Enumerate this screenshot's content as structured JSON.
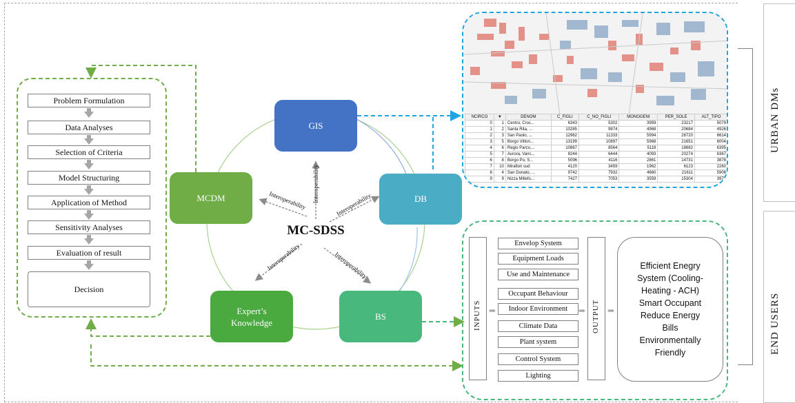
{
  "process_steps": [
    "Problem Formulation",
    "Data Analyses",
    "Selection of Criteria",
    "Model Structuring",
    "Application of Method",
    "Sensitivity Analyses",
    "Evaluation of result",
    "Decision"
  ],
  "nodes": {
    "gis": "GIS",
    "db": "DB",
    "mcdm": "MCDM",
    "expert": "Expert’s Knowledge",
    "bs": "BS",
    "center": "MC-SDSS"
  },
  "interop_label": "Interoperability",
  "side_labels": {
    "urban": "URBAN DMs",
    "users": "END USERS"
  },
  "table": {
    "headers": [
      "NCIRCO",
      "▼",
      "DENOM",
      "C_FIGLI",
      "C_NO_FIGLI",
      "MONOGENI",
      "PER_SOLE",
      "ALT_TIPO"
    ],
    "rows": [
      [
        "0",
        "1",
        "Centro, Croc...",
        "6343",
        "5302",
        "3959",
        "23217",
        "5079"
      ],
      [
        "1",
        "2",
        "Santa Rita, ...",
        "10285",
        "9874",
        "4968",
        "20684",
        "4926"
      ],
      [
        "2",
        "3",
        "San Paolo, ...",
        "12962",
        "11333",
        "5994",
        "26720",
        "6614"
      ],
      [
        "3",
        "5",
        "Borgo Vittori...",
        "13199",
        "10897",
        "5968",
        "21651",
        "6004"
      ],
      [
        "4",
        "6",
        "Regio Parco,...",
        "10867",
        "8564",
        "5118",
        "18882",
        "6395"
      ],
      [
        "5",
        "7",
        "Aurora, Vanc...",
        "8244",
        "6444",
        "4093",
        "20274",
        "6367"
      ],
      [
        "6",
        "8",
        "Borgo Po, S...",
        "5096",
        "4116",
        "2861",
        "14731",
        "3878"
      ],
      [
        "7",
        "10",
        "Mirafiori sud",
        "4120",
        "3459",
        "1962",
        "6123",
        "2260"
      ],
      [
        "8",
        "4",
        "San Donato, ...",
        "9742",
        "7932",
        "4660",
        "21611",
        "5906"
      ],
      [
        "9",
        "9",
        "Nizza Millefo...",
        "7427",
        "7053",
        "3559",
        "15304",
        "3972"
      ]
    ]
  },
  "inputs_label": "INPUTS",
  "output_label": "OUTPUT",
  "inputs": [
    "Envelop System",
    "Equipment Loads",
    "Use and Maintenance",
    "Occupant Behaviour",
    "Indoor Environment",
    "Climate Data",
    "Plant system",
    "Control System",
    "Lighting"
  ],
  "result_text": "Efficient Enegry System (Cooling-Heating - ACH) Smart Occupant Reduce Energy Bills Environmentally Friendly",
  "colors": {
    "gis": "#4472c4",
    "db": "#4bacc6",
    "mcdm": "#70ad47",
    "expert": "#4aaa3f",
    "bs": "#48b87c",
    "green_dash": "#70ad47",
    "blue_dash": "#1fa6e0"
  },
  "icons": [
    "arrow-right-icon"
  ]
}
